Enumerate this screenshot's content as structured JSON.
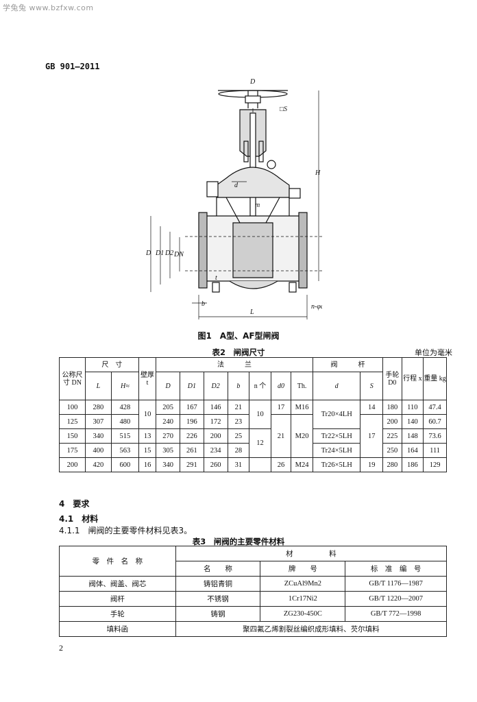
{
  "watermark": "学兔兔 www.bzfxw.com",
  "standard_no": "GB 901—2011",
  "figure": {
    "caption": "图1　A型、AF型闸阀",
    "labels": {
      "D_top": "D",
      "S": "□S",
      "H": "H",
      "d": "d",
      "m": "m",
      "D": "D",
      "D1": "D1",
      "D2": "D2",
      "DN": "DN",
      "t": "t",
      "b": "b",
      "L": "L",
      "n_d0": "n-φd0"
    }
  },
  "table2": {
    "caption": "表2　闸阀尺寸",
    "unit": "单位为毫米",
    "h_nominal": "公称尺寸 DN",
    "h_size": "尺　寸",
    "h_L": "L",
    "h_H": "H≈",
    "h_wall": "壁厚 t",
    "h_flange": "法　　　兰",
    "h_D": "D",
    "h_D1": "D1",
    "h_D2": "D2",
    "h_b": "b",
    "h_n": "n 个",
    "h_d0": "d0",
    "h_Th": "Th.",
    "h_stem": "阀　　　杆",
    "h_d": "d",
    "h_S": "S",
    "h_wheel": "手轮 D0",
    "h_stroke": "行程 x",
    "h_weight": "重量 kg",
    "rows": [
      {
        "dn": "100",
        "L": "280",
        "H": "428",
        "t": "10",
        "D": "205",
        "D1": "167",
        "D2": "146",
        "b": "21",
        "n": "10",
        "d0": "17",
        "th": "M16",
        "d": "Tr20×4LH",
        "s": "14",
        "d0w": "180",
        "x": "110",
        "kg": "47.4"
      },
      {
        "dn": "125",
        "L": "307",
        "H": "480",
        "t": "",
        "D": "240",
        "D1": "196",
        "D2": "172",
        "b": "23",
        "n": "",
        "d0": "",
        "th": "",
        "d": "",
        "s": "",
        "d0w": "200",
        "x": "140",
        "kg": "60.7"
      },
      {
        "dn": "150",
        "L": "340",
        "H": "515",
        "t": "13",
        "D": "270",
        "D1": "226",
        "D2": "200",
        "b": "25",
        "n": "",
        "d0": "21",
        "th": "M20",
        "d": "Tr22×5LH",
        "s": "17",
        "d0w": "225",
        "x": "148",
        "kg": "73.6"
      },
      {
        "dn": "175",
        "L": "400",
        "H": "563",
        "t": "15",
        "D": "305",
        "D1": "261",
        "D2": "234",
        "b": "28",
        "n": "12",
        "d0": "",
        "th": "",
        "d": "Tr24×5LH",
        "s": "",
        "d0w": "250",
        "x": "164",
        "kg": "111"
      },
      {
        "dn": "200",
        "L": "420",
        "H": "600",
        "t": "16",
        "D": "340",
        "D1": "291",
        "D2": "260",
        "b": "31",
        "n": "",
        "d0": "26",
        "th": "M24",
        "d": "Tr26×5LH",
        "s": "19",
        "d0w": "280",
        "x": "186",
        "kg": "129"
      }
    ]
  },
  "sections": {
    "s4": "4　要求",
    "s41": "4.1　材料",
    "s411": "4.1.1　闸阀的主要零件材料见表3。"
  },
  "table3": {
    "caption": "表3　闸阀的主要零件材料",
    "h_part": "零　件　名　称",
    "h_material": "材　　　　　料",
    "h_name": "名　　称",
    "h_grade": "牌　　号",
    "h_std": "标　准　编　号",
    "rows": [
      {
        "part": "阀体、阀盖、阀芯",
        "name": "铸铝青铜",
        "grade": "ZCuAl9Mn2",
        "std": "GB/T 1176—1987"
      },
      {
        "part": "阀杆",
        "name": "不锈钢",
        "grade": "1Cr17Ni2",
        "std": "GB/T 1220—2007"
      },
      {
        "part": "手轮",
        "name": "铸钢",
        "grade": "ZG230-450C",
        "std": "GB/T 772—1998"
      }
    ],
    "packing_part": "填料函",
    "packing_material": "聚四氟乙烯割裂丝编织成形填料、芡尔填料"
  },
  "page_number": "2"
}
